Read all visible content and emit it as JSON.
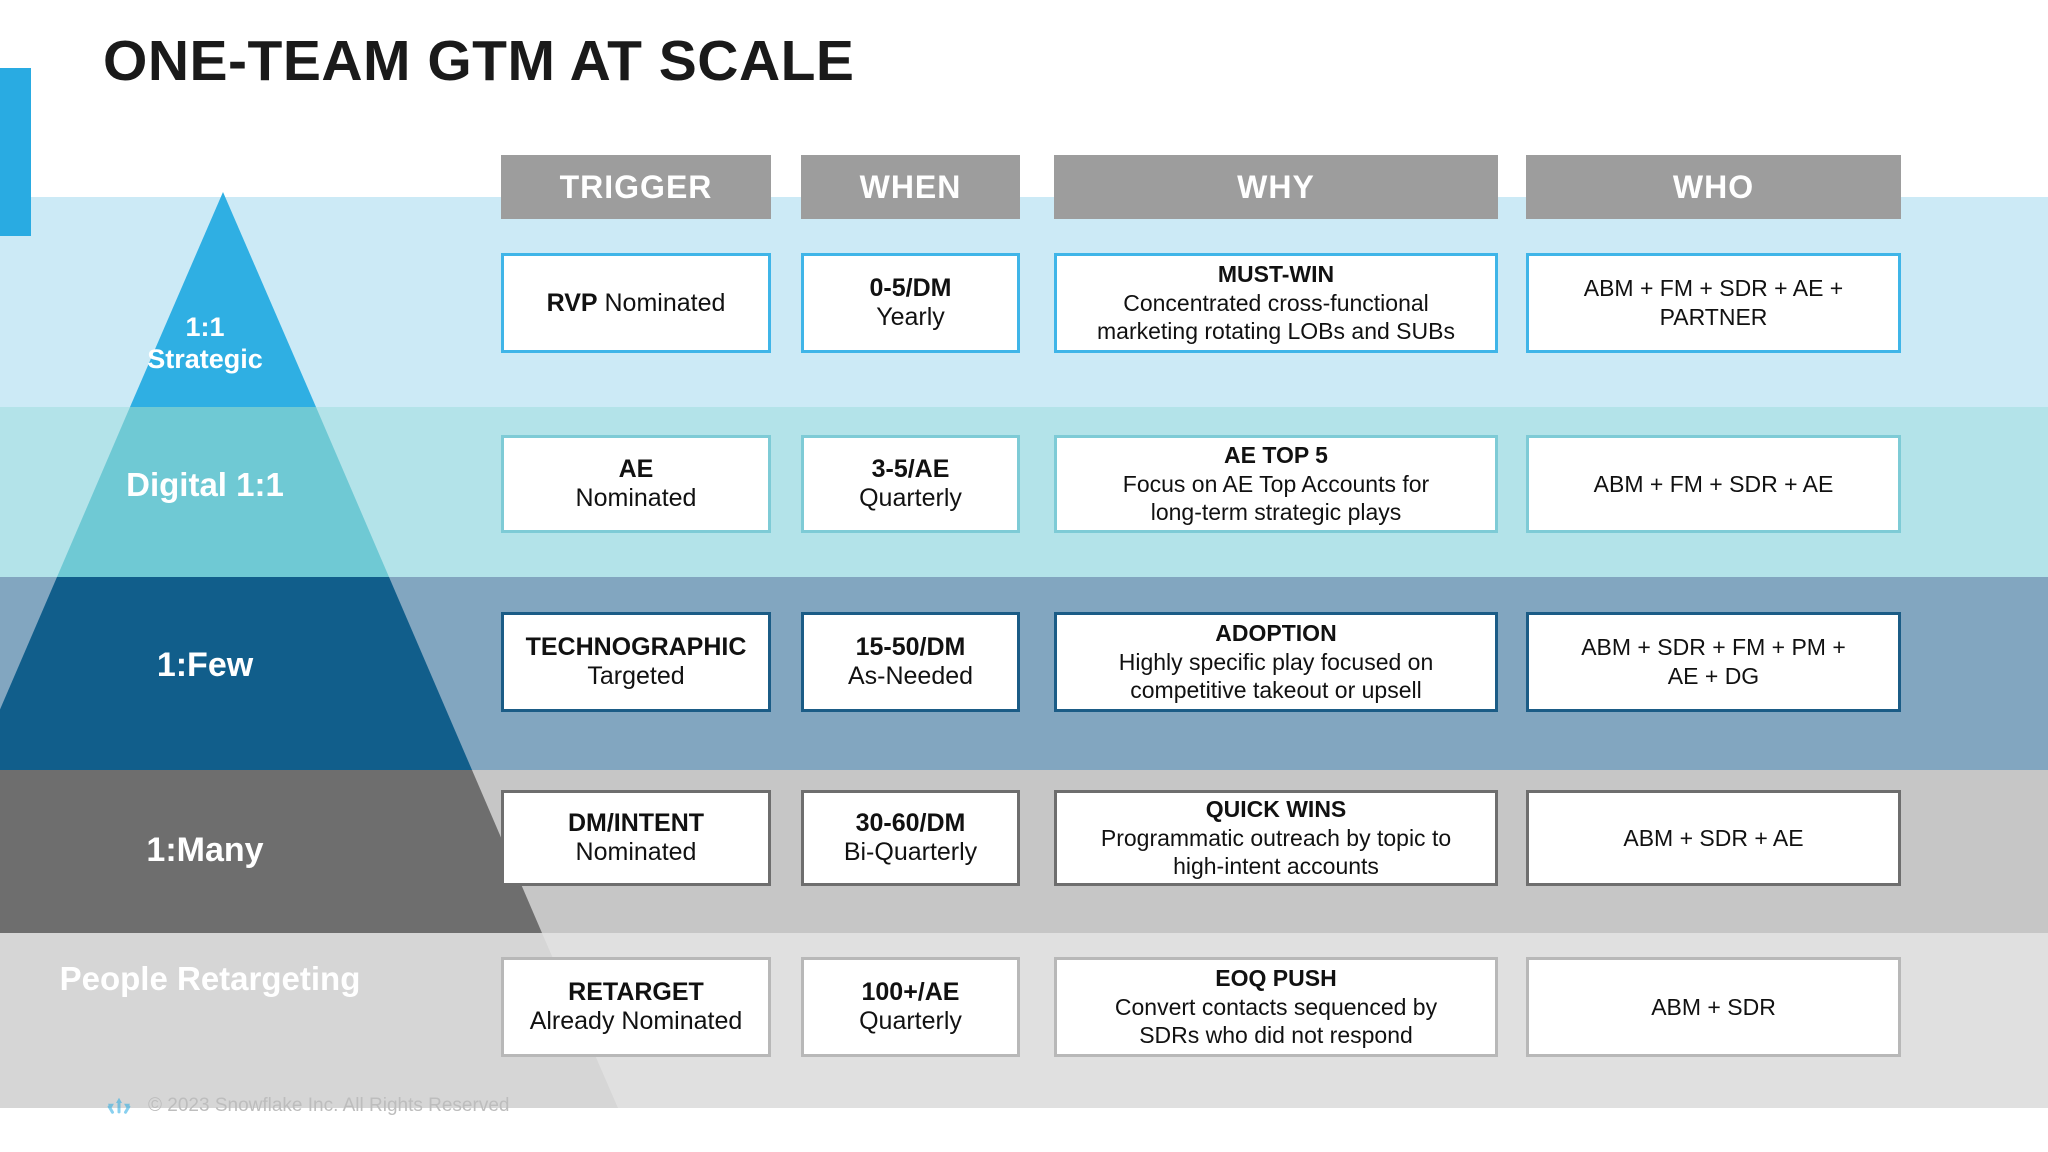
{
  "slide": {
    "title": "ONE-TEAM GTM AT SCALE",
    "accent_color": "#29ABE2"
  },
  "columns": [
    {
      "label": "TRIGGER"
    },
    {
      "label": "WHEN"
    },
    {
      "label": "WHY"
    },
    {
      "label": "WHO"
    }
  ],
  "tiers": [
    {
      "name_line1": "1:1",
      "name_line2": "Strategic",
      "band_color": "#CCEAF6",
      "border_color": "#3FB5E8",
      "trigger_strong": "RVP",
      "trigger_rest": " Nominated",
      "when_head": "0-5/DM",
      "when_body": "Yearly",
      "why_head": "MUST-WIN",
      "why_body_l1": "Concentrated cross-functional",
      "why_body_l2": "marketing rotating LOBs and SUBs",
      "who_l1": "ABM + FM + SDR + AE +",
      "who_l2": "PARTNER"
    },
    {
      "name_line1": "Digital 1:1",
      "name_line2": "",
      "band_color": "#B3E3E9",
      "border_color": "#7ECBD6",
      "trigger_strong": "AE",
      "trigger_rest": "Nominated",
      "when_head": "3-5/AE",
      "when_body": "Quarterly",
      "why_head": "AE TOP 5",
      "why_body_l1": "Focus on AE Top Accounts for",
      "why_body_l2": "long-term strategic plays",
      "who_l1": "ABM + FM + SDR + AE",
      "who_l2": ""
    },
    {
      "name_line1": "1:Few",
      "name_line2": "",
      "band_color": "#82A6C0",
      "border_color": "#1B5C86",
      "trigger_strong": "TECHNOGRAPHIC",
      "trigger_rest": "Targeted",
      "when_head": "15-50/DM",
      "when_body": "As-Needed",
      "why_head": "ADOPTION",
      "why_body_l1": "Highly specific play focused on",
      "why_body_l2": "competitive takeout or upsell",
      "who_l1": "ABM + SDR + FM + PM +",
      "who_l2": "AE + DG"
    },
    {
      "name_line1": "1:Many",
      "name_line2": "",
      "band_color": "#C6C6C6",
      "border_color": "#6E6E6E",
      "trigger_strong": "DM/INTENT",
      "trigger_rest": "Nominated",
      "when_head": "30-60/DM",
      "when_body": "Bi-Quarterly",
      "why_head": "QUICK WINS",
      "why_body_l1": "Programmatic outreach by topic to",
      "why_body_l2": "high-intent accounts",
      "who_l1": "ABM + SDR + AE",
      "who_l2": ""
    },
    {
      "name_line1": "People Retargeting",
      "name_line2": "",
      "band_color": "#E0E0E0",
      "border_color": "#B8B8B8",
      "trigger_strong": "RETARGET",
      "trigger_rest": "Already Nominated",
      "when_head": "100+/AE",
      "when_body": "Quarterly",
      "why_head": "EOQ PUSH",
      "why_body_l1": "Convert contacts sequenced by",
      "why_body_l2": "SDRs who did not respond",
      "who_l1": "ABM + SDR",
      "who_l2": ""
    }
  ],
  "footer": {
    "copyright": "© 2023 Snowflake Inc. All Rights Reserved",
    "logo_icon": "snowflake-logo-icon"
  }
}
